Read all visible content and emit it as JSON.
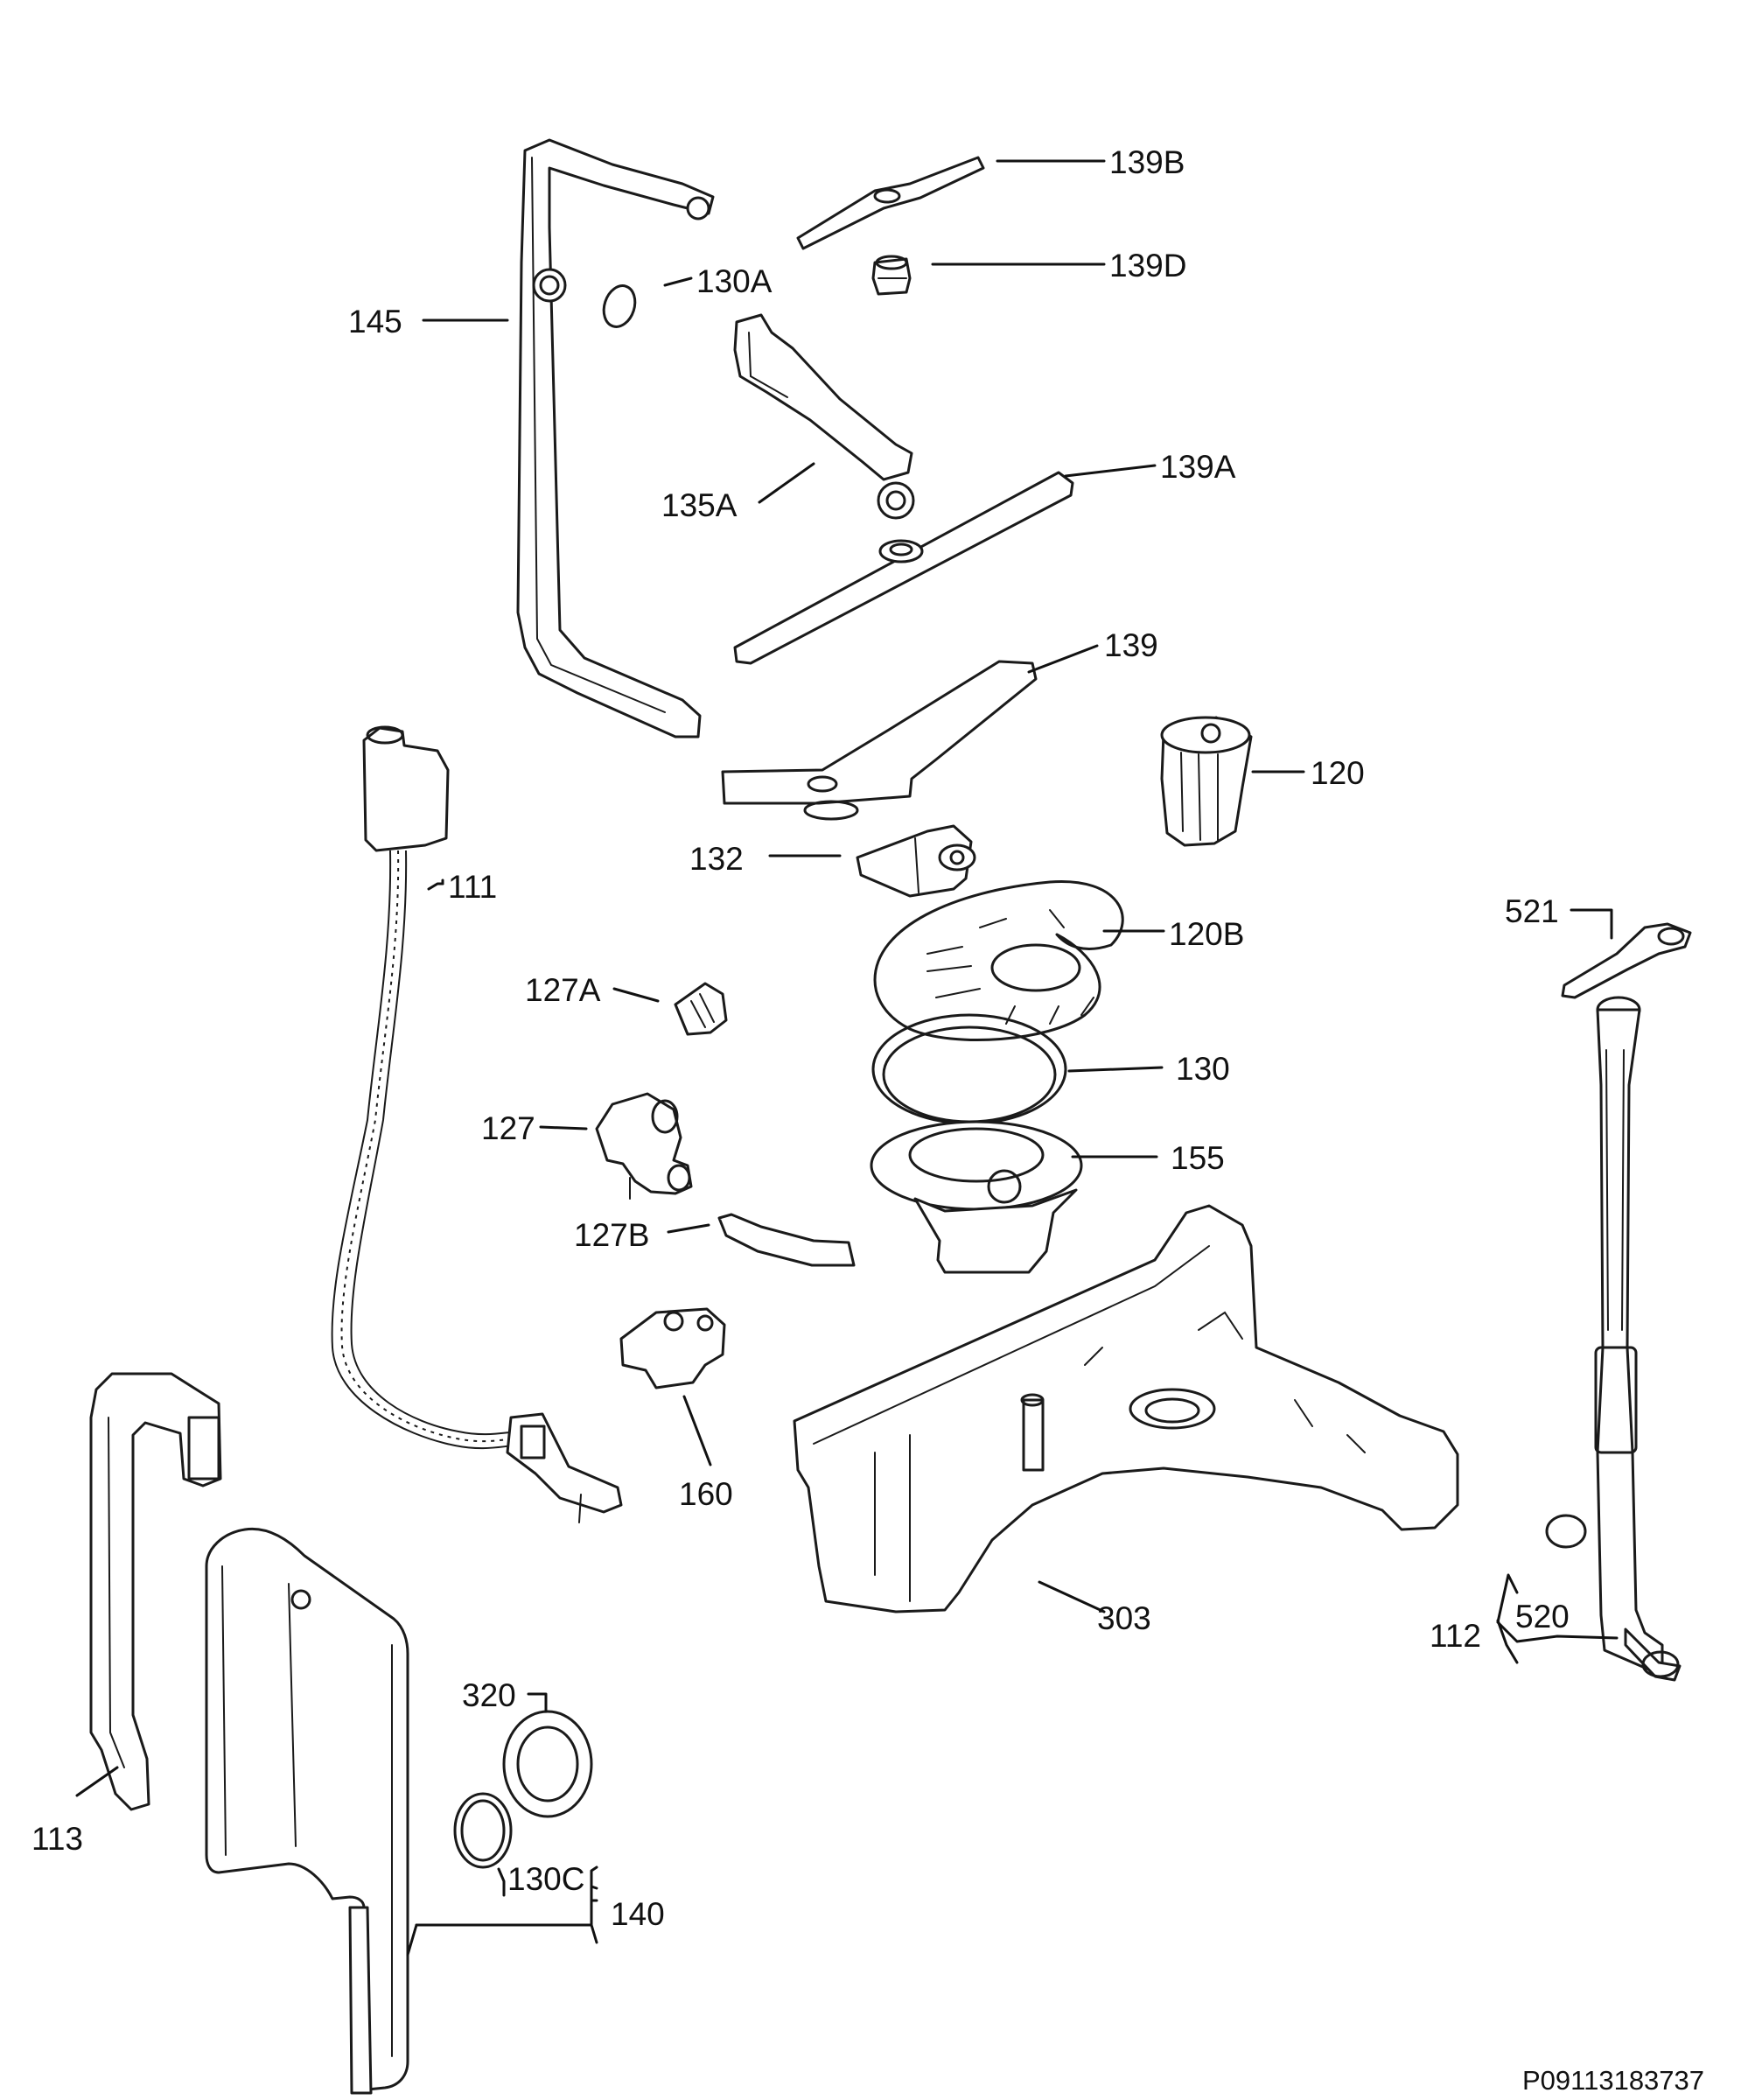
{
  "labels": {
    "l139B": "139B",
    "l139D": "139D",
    "l130A": "130A",
    "l145": "145",
    "l135A": "135A",
    "l139A": "139A",
    "l139": "139",
    "l120": "120",
    "l132": "132",
    "l111": "111",
    "l120B": "120B",
    "l521": "521",
    "l127A": "127A",
    "l130": "130",
    "l127": "127",
    "l155": "155",
    "l127B": "127B",
    "l160": "160",
    "l303": "303",
    "l112": "112",
    "l520": "520",
    "l113": "113",
    "l320": "320",
    "l130C": "130C",
    "l140": "140"
  },
  "drawing_code": "P09113183737"
}
